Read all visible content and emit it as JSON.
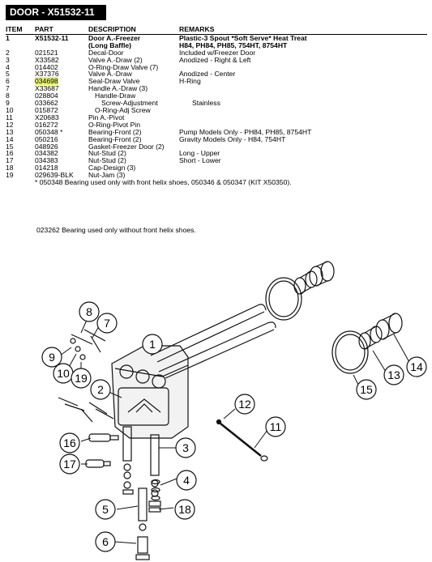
{
  "title": "DOOR - X51532-11",
  "headers": {
    "item": "ITEM",
    "part": "PART",
    "description": "DESCRIPTION",
    "remarks": "REMARKS"
  },
  "rows": [
    {
      "item": "1",
      "part": "X51532-11",
      "desc": "Door A.-Freezer",
      "remarks": "Plastic-3 Spout *Soft Serve*  Heat Treat",
      "bold": true
    },
    {
      "item": "",
      "part": "",
      "desc": "(Long Baffle)",
      "remarks": "H84, PH84, PH85, 754HT, 8754HT",
      "bold": true
    },
    {
      "item": "2",
      "part": "021521",
      "desc": "Decal-Door",
      "remarks": "Included w/Freezer Door"
    },
    {
      "item": "3",
      "part": "X33582",
      "desc": "Valve A.-Draw (2)",
      "remarks": "Anodized - Right & Left"
    },
    {
      "item": "4",
      "part": "014402",
      "desc": "O-Ring-Draw Valve (7)",
      "remarks": ""
    },
    {
      "item": "5",
      "part": "X37376",
      "desc": "Valve A.-Draw",
      "remarks": "Anodized - Center"
    },
    {
      "item": "6",
      "part": "034698",
      "desc": "Seal-Draw Valve",
      "remarks": "H-Ring",
      "highlight": true
    },
    {
      "item": "7",
      "part": "X33687",
      "desc": "Handle A.-Draw (3)",
      "remarks": ""
    },
    {
      "item": "8",
      "part": "028804",
      "desc": "Handle-Draw",
      "remarks": "",
      "indent": 1
    },
    {
      "item": "9",
      "part": "033662",
      "desc": "Screw-Adjustment",
      "remarks": "Stainless",
      "indent": 2
    },
    {
      "item": "10",
      "part": "015872",
      "desc": "O-Ring-Adj Screw",
      "remarks": "",
      "indent": 1
    },
    {
      "item": "11",
      "part": "X20683",
      "desc": "Pin A.-Pivot",
      "remarks": ""
    },
    {
      "item": "12",
      "part": "016272",
      "desc": "O-Ring-Pivot Pin",
      "remarks": ""
    },
    {
      "item": "13",
      "part": "050348 *",
      "desc": "Bearing-Front (2)",
      "remarks": "Pump Models Only - PH84, PH85, 8754HT"
    },
    {
      "item": "14",
      "part": "050216",
      "desc": "Bearing-Front (2)",
      "remarks": "Gravity Models Only - H84, 754HT"
    },
    {
      "item": "15",
      "part": "048926",
      "desc": "Gasket-Freezer Door (2)",
      "remarks": ""
    },
    {
      "item": "16",
      "part": "034382",
      "desc": "Nut-Stud (2)",
      "remarks": "Long - Upper"
    },
    {
      "item": "17",
      "part": "034383",
      "desc": "Nut-Stud (2)",
      "remarks": "Short - Lower"
    },
    {
      "item": "18",
      "part": "014218",
      "desc": "Cap-Design (3)",
      "remarks": ""
    },
    {
      "item": "19",
      "part": "029639-BLK",
      "desc": "Nut-Jam (3)",
      "remarks": ""
    }
  ],
  "footnote": "* 050348 Bearing used only with front helix shoes, 050346 & 050347  (KIT X50350).",
  "note2": "023262 Bearing used only without front helix shoes.",
  "callouts": {
    "c1": "1",
    "c2": "2",
    "c3": "3",
    "c4": "4",
    "c5": "5",
    "c6": "6",
    "c7": "7",
    "c8": "8",
    "c9": "9",
    "c10": "10",
    "c11": "11",
    "c12": "12",
    "c13": "13",
    "c14": "14",
    "c15": "15",
    "c16": "16",
    "c17": "17",
    "c18": "18",
    "c19": "19"
  }
}
